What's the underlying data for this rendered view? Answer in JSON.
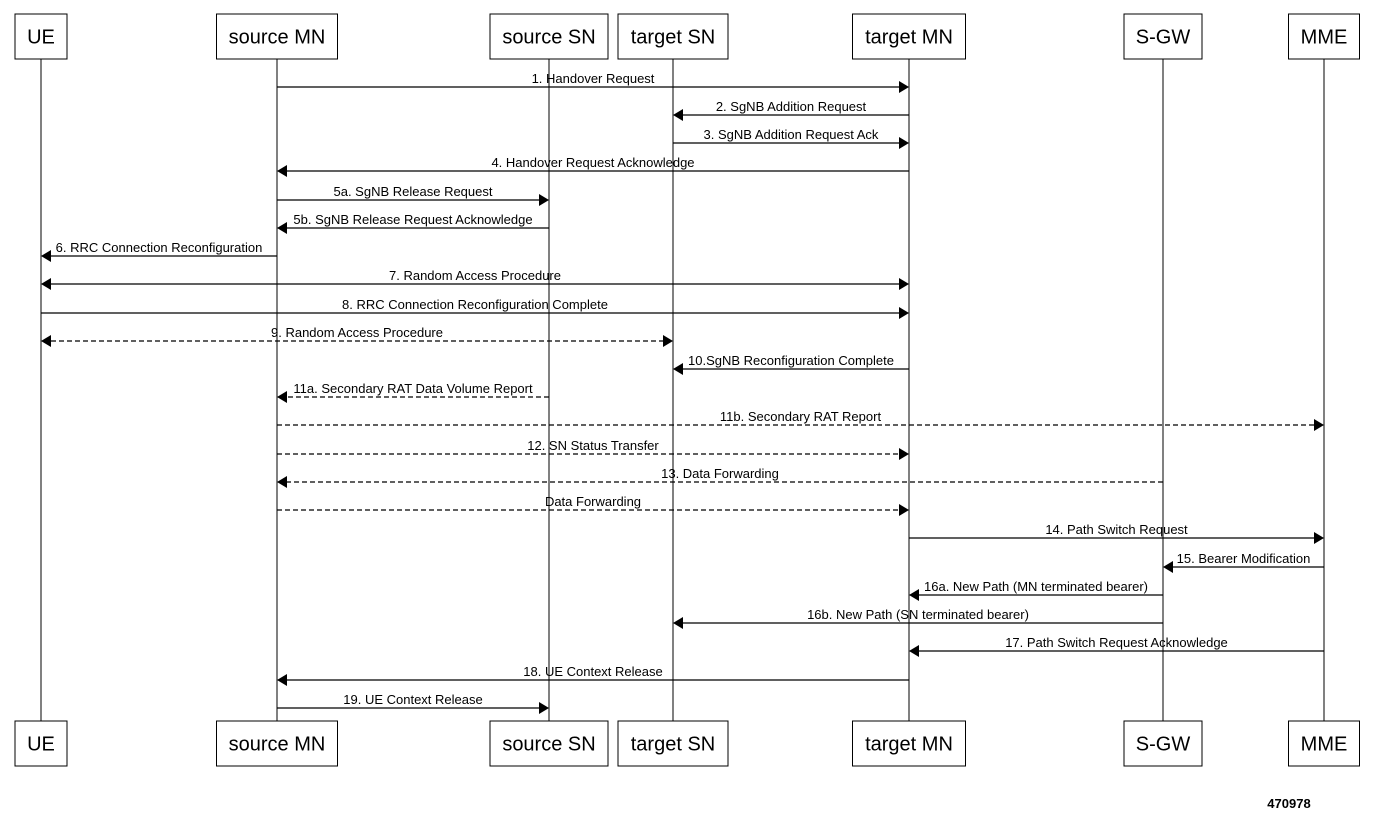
{
  "participants": [
    {
      "id": "UE",
      "label": "UE"
    },
    {
      "id": "source-mn",
      "label": "source MN"
    },
    {
      "id": "source-sn",
      "label": "source SN"
    },
    {
      "id": "target-sn",
      "label": "target SN"
    },
    {
      "id": "target-mn",
      "label": "target MN"
    },
    {
      "id": "s-gw",
      "label": "S-GW"
    },
    {
      "id": "mme",
      "label": "MME"
    }
  ],
  "messages": [
    {
      "label": "1. Handover Request",
      "from": "source-mn",
      "to": "target-mn",
      "style": "solid",
      "heads": "end"
    },
    {
      "label": "2. SgNB Addition Request",
      "from": "target-mn",
      "to": "target-sn",
      "style": "solid",
      "heads": "end"
    },
    {
      "label": "3. SgNB Addition Request Ack",
      "from": "target-sn",
      "to": "target-mn",
      "style": "solid",
      "heads": "end"
    },
    {
      "label": "4. Handover Request Acknowledge",
      "from": "target-mn",
      "to": "source-mn",
      "style": "solid",
      "heads": "end"
    },
    {
      "label": "5a. SgNB Release Request",
      "from": "source-mn",
      "to": "source-sn",
      "style": "solid",
      "heads": "end"
    },
    {
      "label": "5b. SgNB Release Request Acknowledge",
      "from": "source-sn",
      "to": "source-mn",
      "style": "solid",
      "heads": "end"
    },
    {
      "label": "6. RRC Connection Reconfiguration",
      "from": "source-mn",
      "to": "UE",
      "style": "solid",
      "heads": "end"
    },
    {
      "label": "7. Random Access Procedure",
      "from": "UE",
      "to": "target-mn",
      "style": "solid",
      "heads": "both"
    },
    {
      "label": "8. RRC Connection Reconfiguration Complete",
      "from": "UE",
      "to": "target-mn",
      "style": "solid",
      "heads": "end"
    },
    {
      "label": "9. Random Access Procedure",
      "from": "UE",
      "to": "target-sn",
      "style": "dashed",
      "heads": "both"
    },
    {
      "label": "10.SgNB Reconfiguration Complete",
      "from": "target-mn",
      "to": "target-sn",
      "style": "solid",
      "heads": "end"
    },
    {
      "label": "11a. Secondary RAT Data Volume Report",
      "from": "source-sn",
      "to": "source-mn",
      "style": "dashed",
      "heads": "end"
    },
    {
      "label": "11b. Secondary RAT Report",
      "from": "source-mn",
      "to": "mme",
      "style": "dashed",
      "heads": "end"
    },
    {
      "label": "12. SN Status Transfer",
      "from": "source-mn",
      "to": "target-mn",
      "style": "dashed",
      "heads": "end"
    },
    {
      "label": "13. Data Forwarding",
      "from": "s-gw",
      "to": "source-mn",
      "style": "dashed",
      "heads": "end"
    },
    {
      "label": "Data Forwarding",
      "from": "source-mn",
      "to": "target-mn",
      "style": "dashed",
      "heads": "end"
    },
    {
      "label": "14. Path Switch Request",
      "from": "target-mn",
      "to": "mme",
      "style": "solid",
      "heads": "end"
    },
    {
      "label": "15. Bearer Modification",
      "from": "mme",
      "to": "s-gw",
      "style": "solid",
      "heads": "end"
    },
    {
      "label": "16a. New Path (MN terminated bearer)",
      "from": "s-gw",
      "to": "target-mn",
      "style": "solid",
      "heads": "end"
    },
    {
      "label": "16b. New Path (SN terminated bearer)",
      "from": "s-gw",
      "to": "target-sn",
      "style": "solid",
      "heads": "end"
    },
    {
      "label": "17. Path Switch Request Acknowledge",
      "from": "mme",
      "to": "target-mn",
      "style": "solid",
      "heads": "end"
    },
    {
      "label": "18. UE Context Release",
      "from": "target-mn",
      "to": "source-mn",
      "style": "solid",
      "heads": "end"
    },
    {
      "label": "19. UE Context Release",
      "from": "source-mn",
      "to": "source-sn",
      "style": "solid",
      "heads": "end"
    }
  ],
  "figure_id": "470978"
}
